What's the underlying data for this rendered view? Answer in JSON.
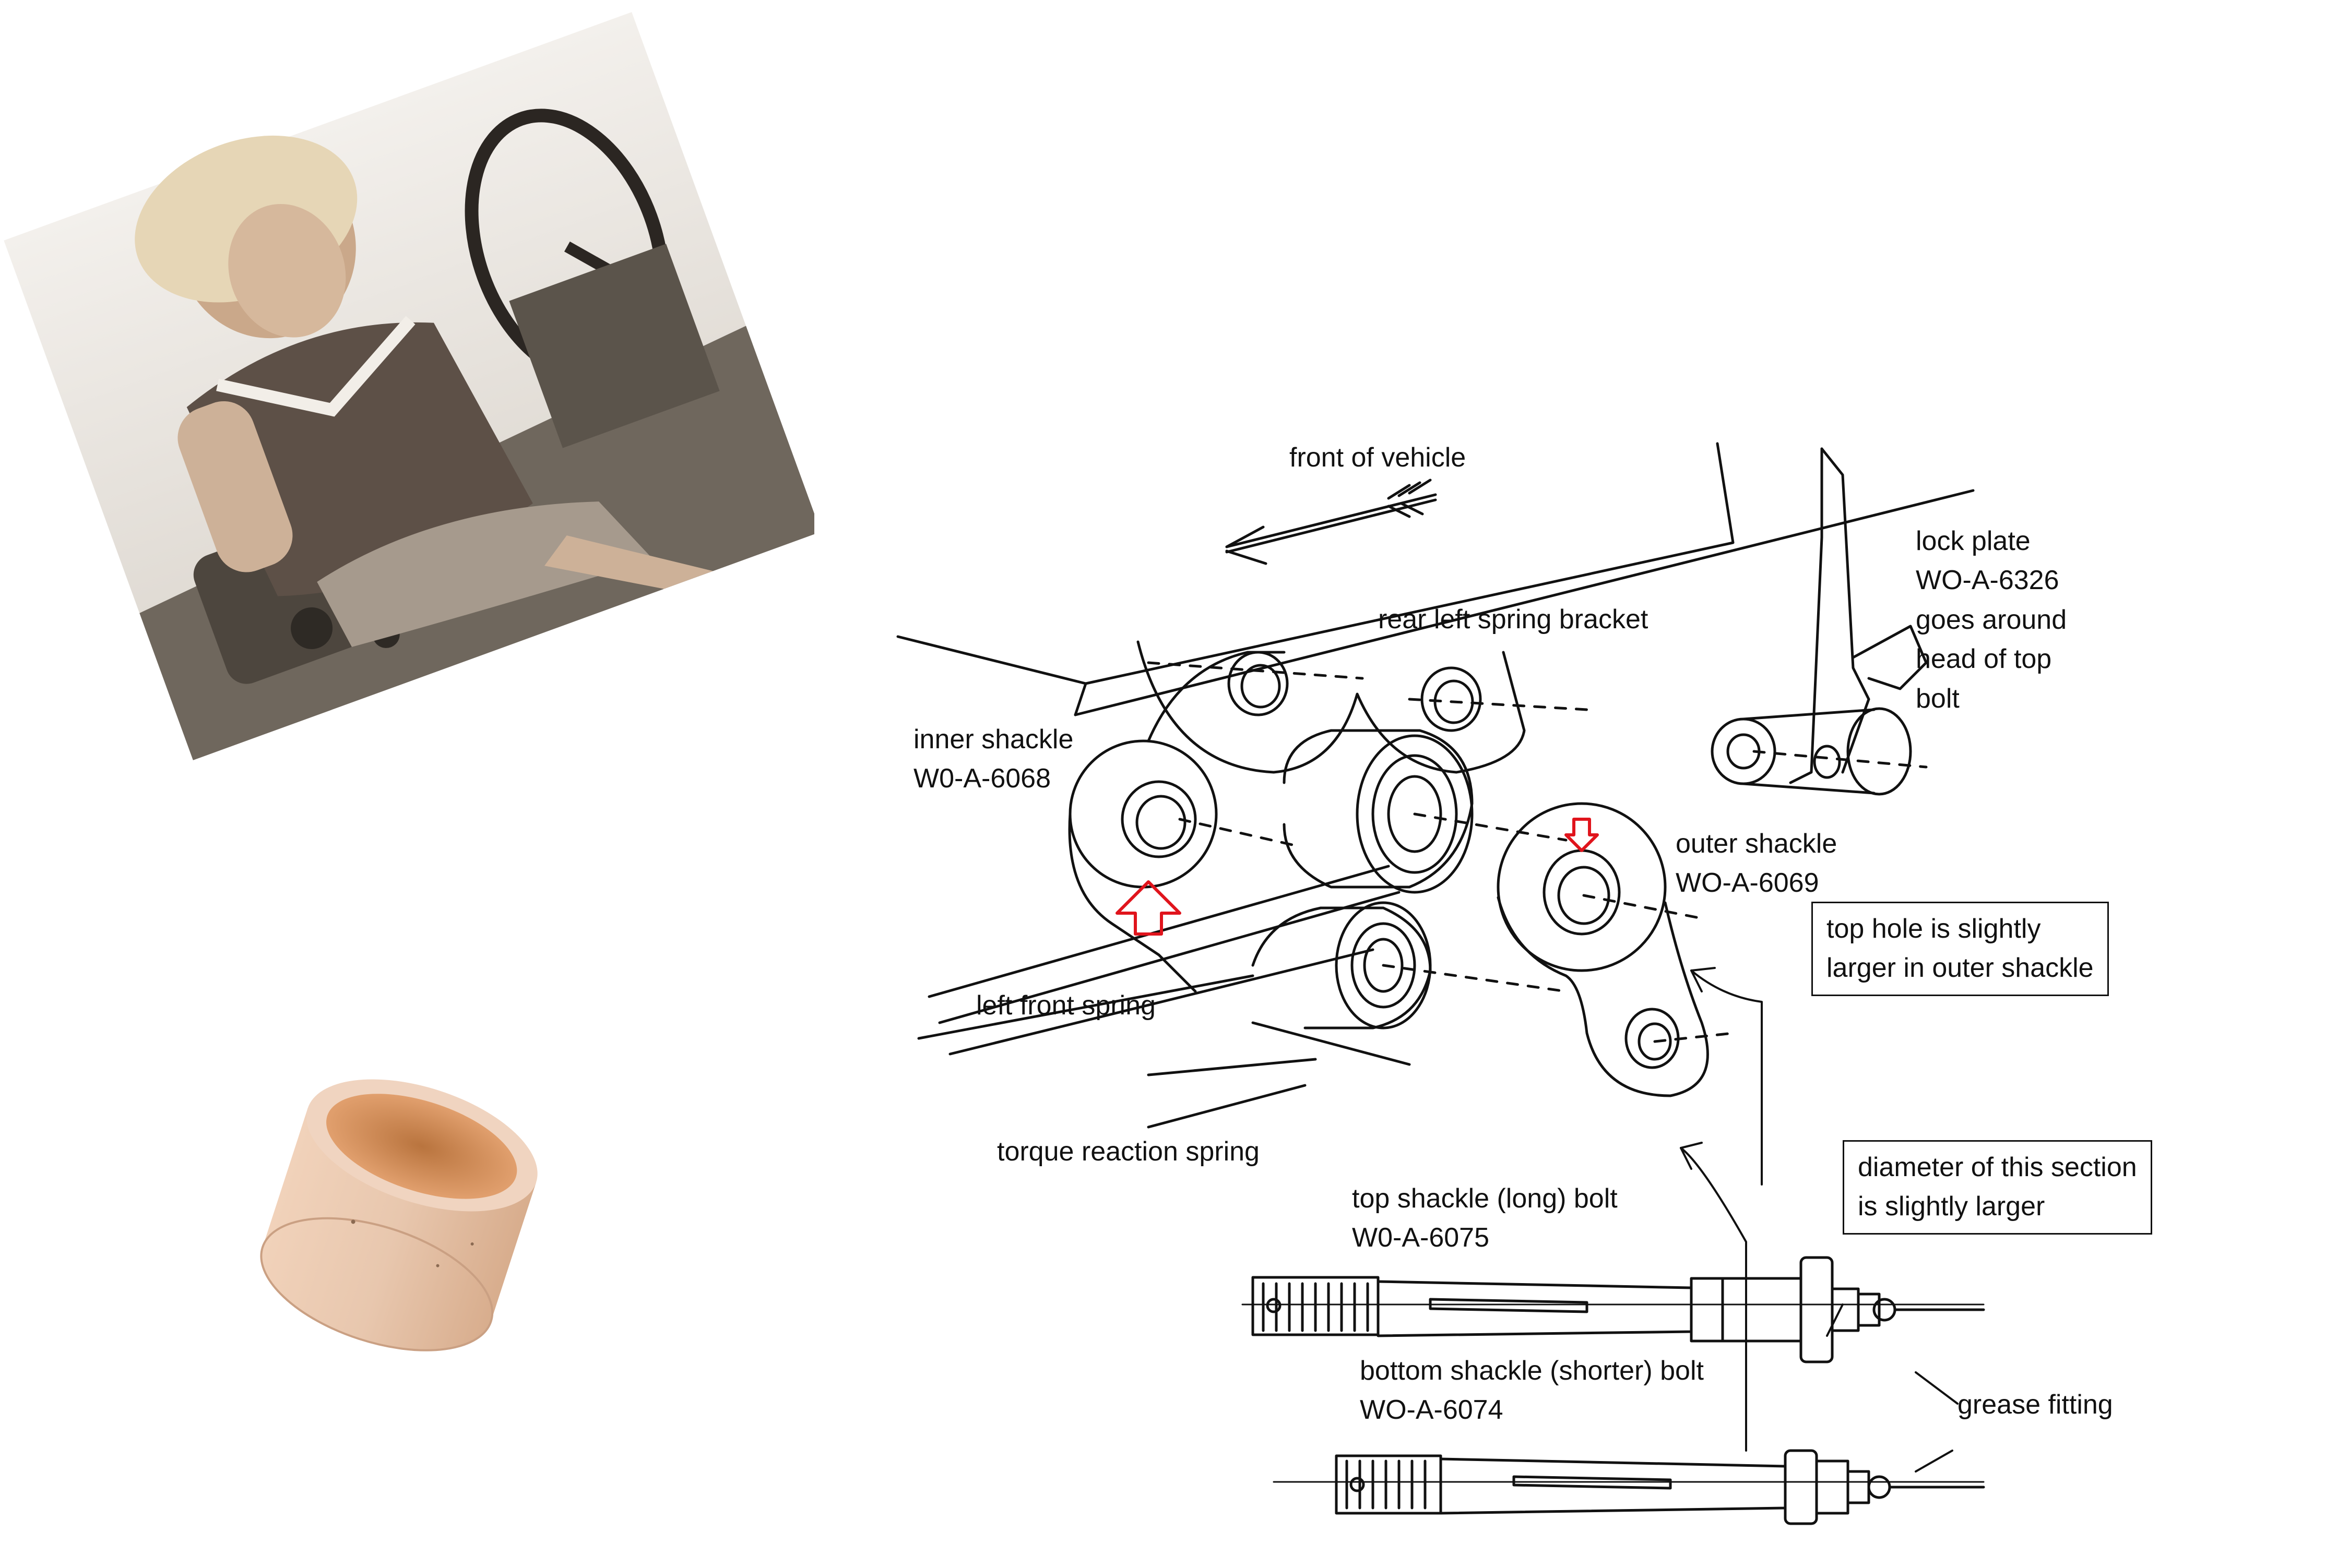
{
  "images": {
    "photo": {
      "name": "vintage-woman-on-tractor-photo"
    },
    "bushing": {
      "name": "bronze-bushing-photo"
    }
  },
  "diagram": {
    "front_of_vehicle": "front of vehicle",
    "rear_left_spring_bracket": "rear left spring bracket",
    "lock_plate": [
      "lock plate",
      "WO-A-6326",
      "goes around",
      "head of top",
      "bolt"
    ],
    "inner_shackle": [
      "inner shackle",
      "W0-A-6068"
    ],
    "outer_shackle": [
      "outer shackle",
      "WO-A-6069"
    ],
    "top_hole_note": [
      "top hole is slightly",
      "larger in outer shackle"
    ],
    "left_front_spring": "left front spring",
    "torque_reaction_spring": "torque reaction spring",
    "diameter_note": [
      "diameter of this section",
      "is slightly larger"
    ],
    "top_bolt": [
      "top shackle (long) bolt",
      "W0-A-6075"
    ],
    "bottom_bolt": [
      "bottom shackle (shorter) bolt",
      "WO-A-6074"
    ],
    "grease_fitting": "grease fitting"
  },
  "colors": {
    "ink": "#111111",
    "highlight_arrow": "#e0141c",
    "sepia": "#8a8176",
    "bronze": "#d8a884"
  }
}
